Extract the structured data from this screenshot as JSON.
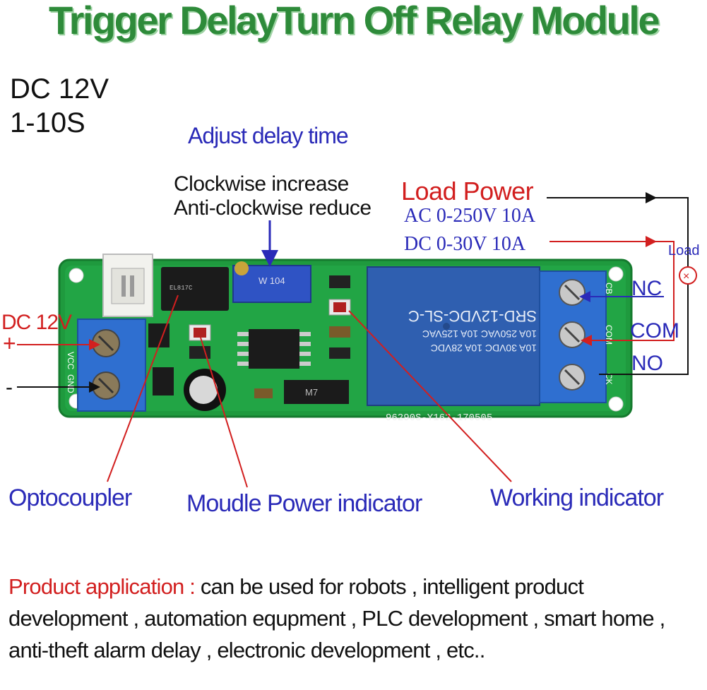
{
  "title": "Trigger DelayTurn Off Relay Module",
  "specs": {
    "voltage": "DC  12V",
    "range": "1-10S"
  },
  "labels": {
    "adjust": "Adjust delay time",
    "clockwise": "Clockwise increase",
    "anticlockwise": "Anti-clockwise reduce",
    "load_power": "Load Power",
    "ac_spec": "AC  0-250V  10A",
    "dc_spec": "DC  0-30V  10A",
    "load": "Load",
    "nc": "NC",
    "com": "COM",
    "no": "NO",
    "dc12v": "DC 12V",
    "plus": "+",
    "minus": "-",
    "optocoupler": "Optocoupler",
    "power_indicator": "Moudle Power indicator",
    "working_indicator": "Working indicator"
  },
  "board_text": {
    "relay_model": "SRD-12VDC-SL-C",
    "relay_line1": "10A 250VAC 10A 125VAC",
    "relay_line2": "10A 30VDC 10A 28VDC",
    "pcb_code": "96290S-Y162-170505",
    "pot_code": "W 104",
    "vcc": "VCC",
    "gnd": "GND",
    "cb": "CB",
    "comp": "COM",
    "ck": "CK",
    "m7": "M7"
  },
  "application": {
    "lead": "Product application :",
    "body": " can be used for robots , intelligent product development , automation equpment , PLC development , smart home , anti-theft alarm delay , electronic development , etc.."
  },
  "colors": {
    "title": "#2e8b3a",
    "blue_text": "#2a2ab8",
    "red_text": "#d21f1f",
    "pcb": "#1f9a3e",
    "relay": "#2f5fb0"
  }
}
